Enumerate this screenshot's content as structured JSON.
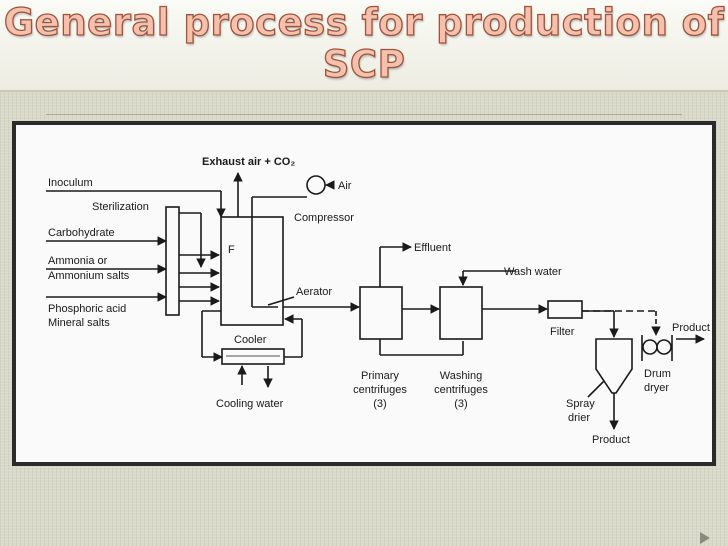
{
  "slide": {
    "title_line1": "General process for production of",
    "title_line2": "SCP"
  },
  "diagram": {
    "inputs": [
      "Inoculum",
      "Sterilization",
      "Carbohydrate",
      "Ammonia or",
      "Ammonium salts",
      "Phosphoric acid",
      "Mineral salts"
    ],
    "exhaust_label": "Exhaust air + CO₂",
    "air_label": "Air",
    "compressor_label": "Compressor",
    "fermenter_label": "F",
    "aerator_label": "Aerator",
    "cooler_label": "Cooler",
    "cooling_water_label": "Cooling water",
    "effluent_label": "Effluent",
    "wash_water_label": "Wash water",
    "primary_centrifuges": [
      "Primary",
      "centrifuges",
      "(3)"
    ],
    "washing_centrifuges": [
      "Washing",
      "centrifuges",
      "(3)"
    ],
    "filter_label": "Filter",
    "spray_drier": [
      "Spray",
      "drier"
    ],
    "product_bottom": "Product",
    "product_right": "Product",
    "drum_dryer": [
      "Drum",
      "dryer"
    ]
  }
}
